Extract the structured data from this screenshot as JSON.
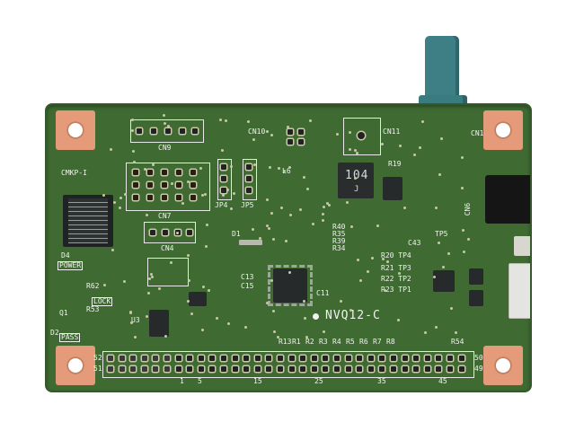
{
  "board_name": "NVQ12-C",
  "silkscreen": {
    "cmkp": "CMKP-I",
    "power": "POWER",
    "lock": "LOCK",
    "pass": "PASS",
    "d4": "D4",
    "d2": "D2",
    "cn1": "CN1",
    "cn4": "CN4",
    "cn6": "CN6",
    "cn7": "CN7",
    "cn9": "CN9",
    "cn10": "CN10",
    "cn11": "CN11",
    "l2_marking_1": "104",
    "l2_marking_2": "J",
    "r_labels": [
      "R13",
      "R1",
      "R2",
      "R3",
      "R4",
      "R5",
      "R6",
      "R7",
      "R8"
    ],
    "tp_labels": [
      "R20 TP4",
      "R21 TP3",
      "R22 TP2",
      "R23 TP1"
    ],
    "pin_52": "52",
    "pin_51": "51",
    "pin_50": "50",
    "pin_49": "49",
    "pin_1": "1",
    "pin_5": "5",
    "pin_15": "15",
    "pin_25": "25",
    "pin_35": "35",
    "pin_45": "45",
    "r40": "R40",
    "r35": "R35",
    "r39": "R39",
    "r34": "R34",
    "c43": "C43",
    "tp5": "TP5",
    "r19": "R19",
    "l6": "L6",
    "d1": "D1",
    "u3": "U3",
    "q1": "Q1",
    "r62": "R62",
    "r53": "R53",
    "c11": "C11",
    "c13": "C13",
    "c15": "C15",
    "jp4": "JP4",
    "jp5": "JP5",
    "r54": "R54"
  },
  "colors": {
    "pcb_green": "#3f6b32",
    "copper_pad": "#e59a7a",
    "fakra_connector": "#3d7f84",
    "silkscreen_white": "#f2f2f2"
  }
}
